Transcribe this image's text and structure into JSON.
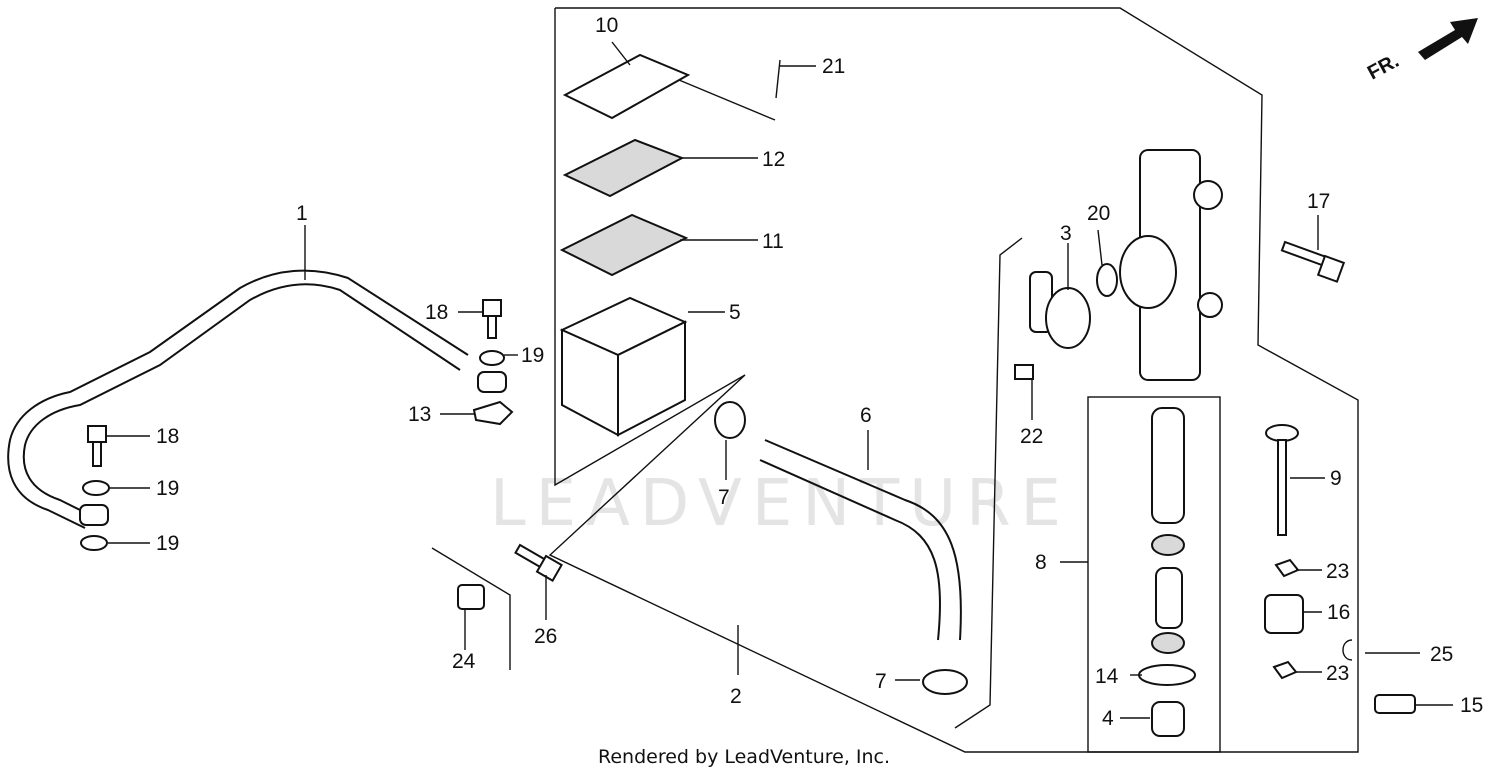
{
  "diagram": {
    "credit": "Rendered by LeadVenture, Inc.",
    "watermark": "LEADVENTURE",
    "direction_label": "FR.",
    "callouts": [
      "1",
      "2",
      "3",
      "4",
      "5",
      "6",
      "7",
      "7",
      "8",
      "9",
      "10",
      "11",
      "12",
      "13",
      "14",
      "15",
      "16",
      "17",
      "18",
      "18",
      "19",
      "19",
      "19",
      "20",
      "21",
      "22",
      "23",
      "23",
      "24",
      "25",
      "26"
    ]
  }
}
